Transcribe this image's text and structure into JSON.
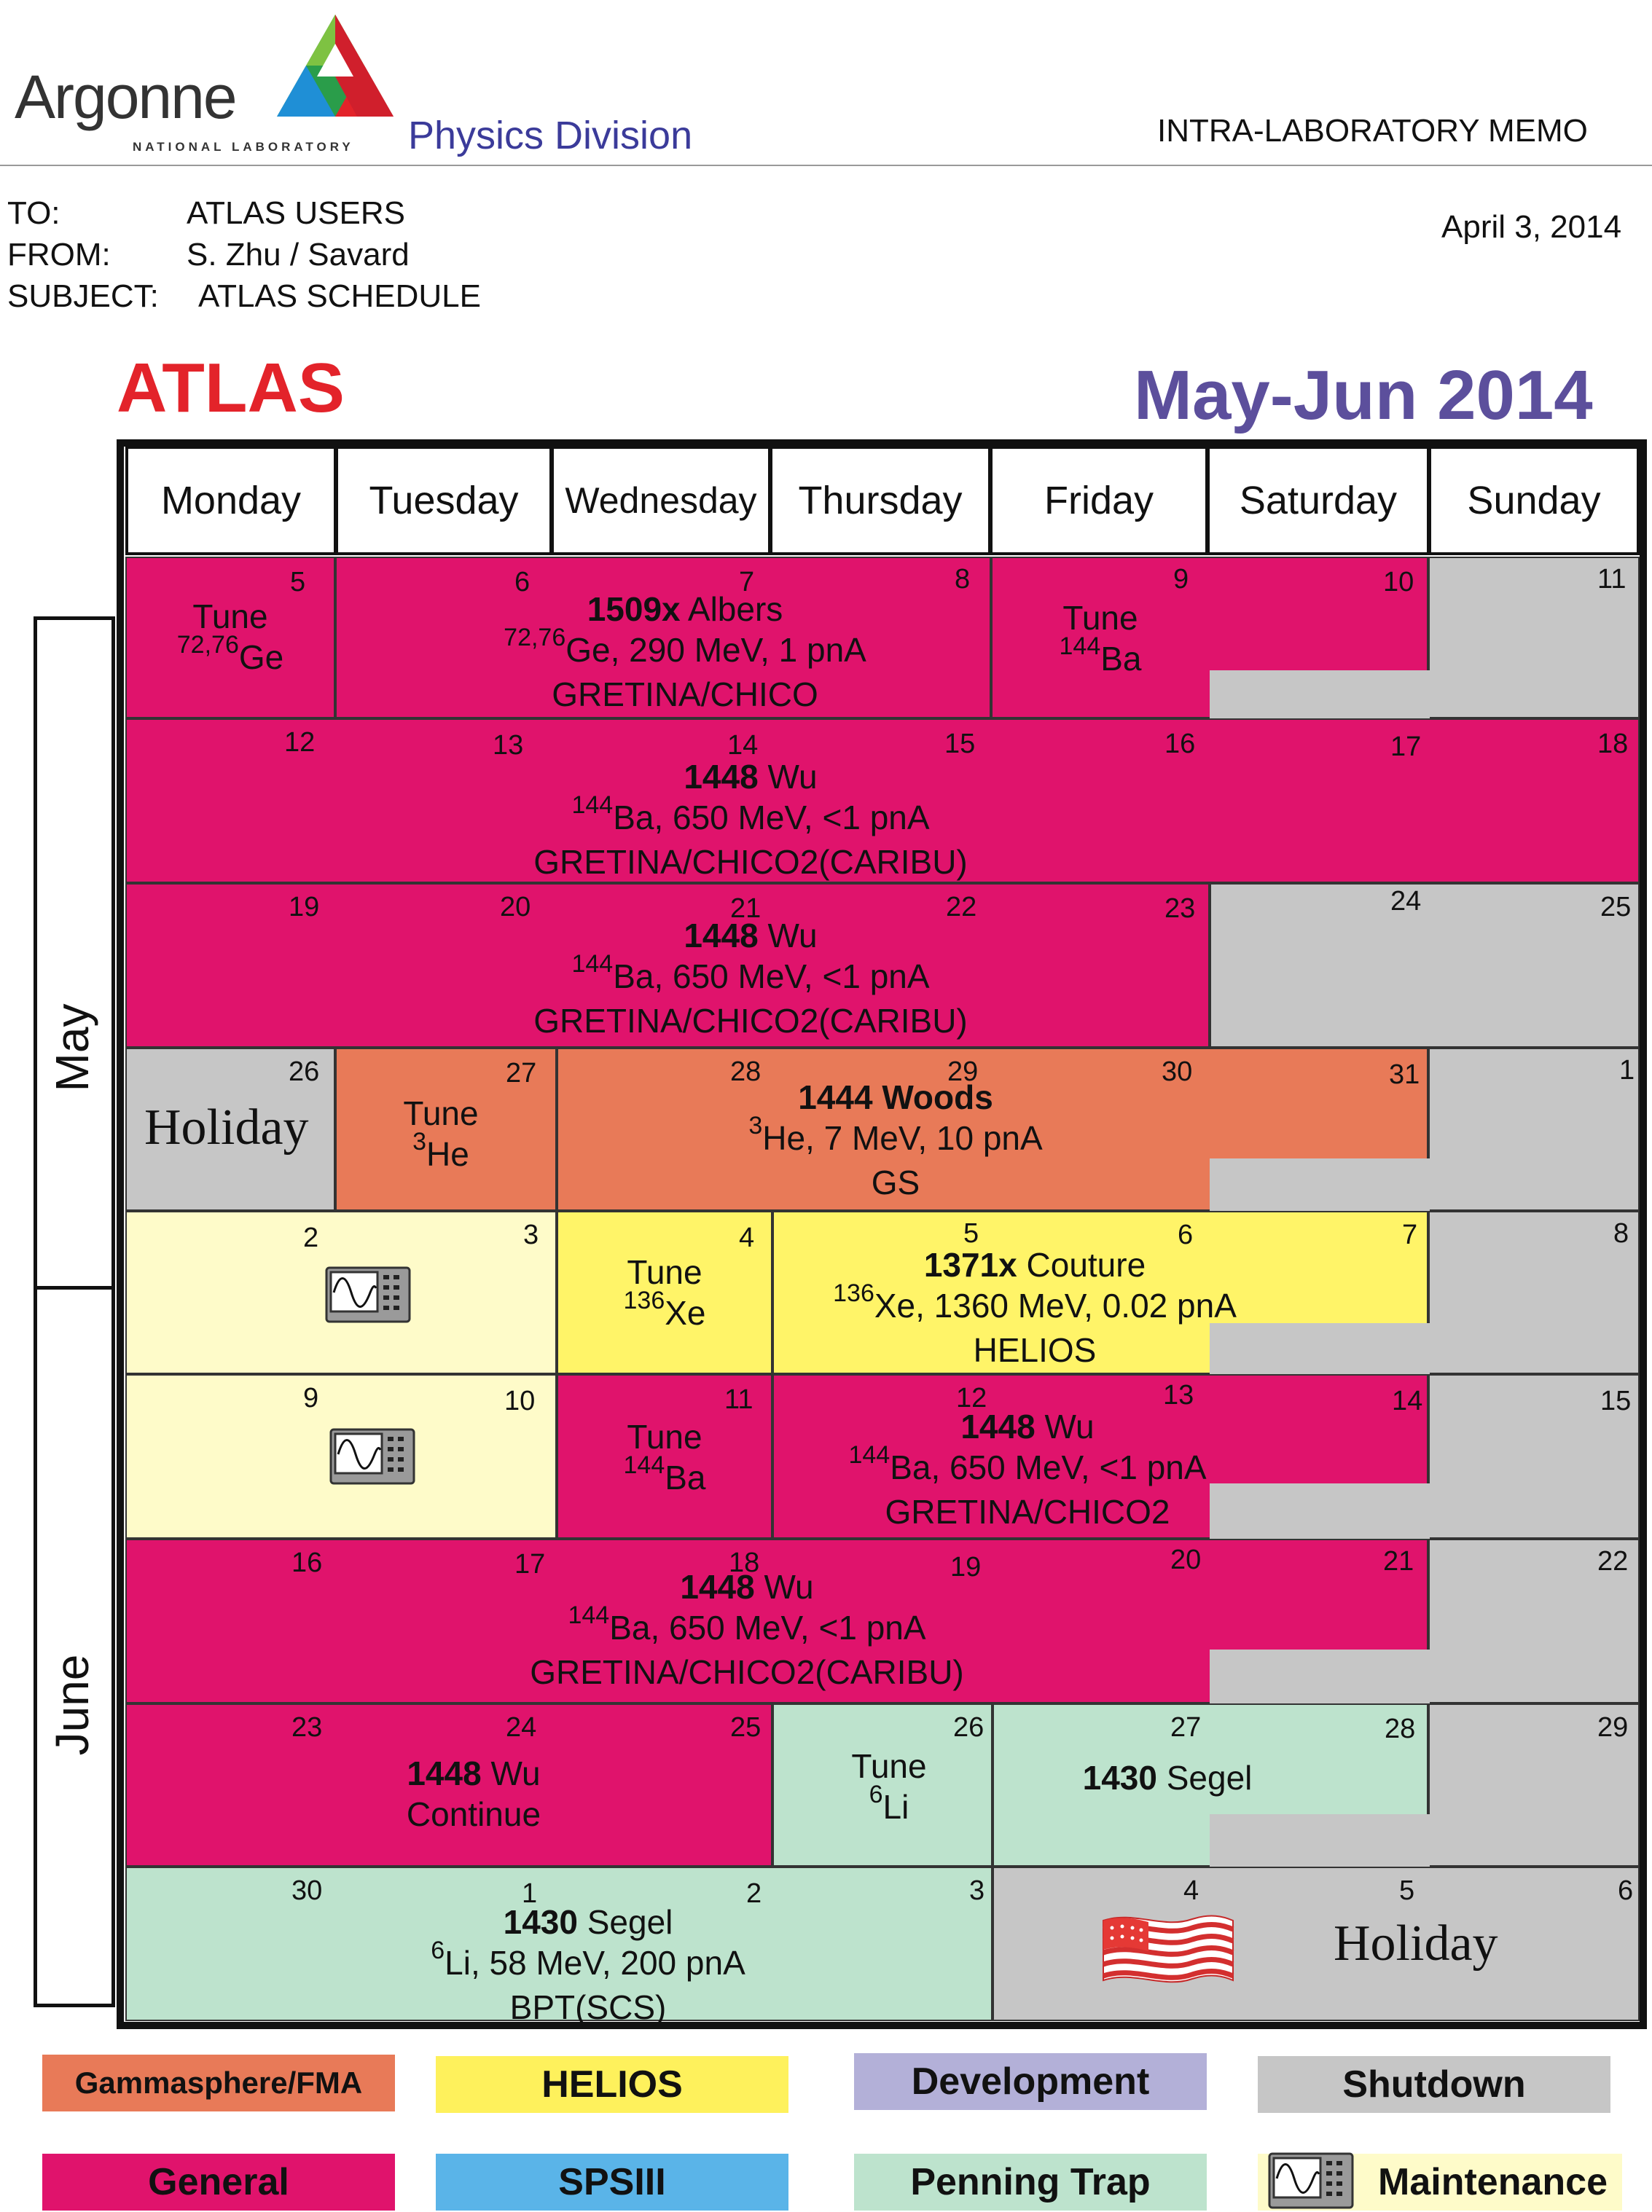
{
  "header": {
    "org": "Argonne",
    "org_sub": "NATIONAL LABORATORY",
    "division": "Physics Division",
    "memo_type": "INTRA-LABORATORY MEMO",
    "to_label": "TO:",
    "to_value": "ATLAS USERS",
    "from_label": "FROM:",
    "from_value": "S. Zhu / Savard",
    "subject_label": "SUBJECT:",
    "subject_value": "ATLAS SCHEDULE",
    "date": "April 3, 2014"
  },
  "titles": {
    "left": "ATLAS",
    "right": "May-Jun 2014"
  },
  "weekdays": [
    "Monday",
    "Tuesday",
    "Wednesday",
    "Thursday",
    "Friday",
    "Saturday",
    "Sunday"
  ],
  "months": {
    "may": "May",
    "june": "June"
  },
  "day_numbers": [
    [
      "5",
      "6",
      "7",
      "8",
      "9",
      "10",
      "11"
    ],
    [
      "12",
      "13",
      "14",
      "15",
      "16",
      "17",
      "18"
    ],
    [
      "19",
      "20",
      "21",
      "22",
      "23",
      "24",
      "25"
    ],
    [
      "26",
      "27",
      "28",
      "29",
      "30",
      "31",
      "1"
    ],
    [
      "2",
      "3",
      "4",
      "5",
      "6",
      "7",
      "8"
    ],
    [
      "9",
      "10",
      "11",
      "12",
      "13",
      "14",
      "15"
    ],
    [
      "16",
      "17",
      "18",
      "19",
      "20",
      "21",
      "22"
    ],
    [
      "23",
      "24",
      "25",
      "26",
      "27",
      "28",
      "29"
    ],
    [
      "30",
      "1",
      "2",
      "3",
      "4",
      "5",
      "6"
    ]
  ],
  "events": {
    "w1_tune_a": {
      "label": "Tune",
      "iso": "72,76",
      "el": "Ge"
    },
    "w1_main": {
      "id": "1509x",
      "pi": "Albers",
      "iso": "72,76",
      "beam": "Ge, 290 MeV, 1 pnA",
      "setup": "GRETINA/CHICO"
    },
    "w1_tune_b": {
      "label": "Tune",
      "iso": "144",
      "el": "Ba"
    },
    "w2_main": {
      "id": "1448",
      "pi": "Wu",
      "iso": "144",
      "beam": "Ba, 650 MeV, <1 pnA",
      "setup": "GRETINA/CHICO2(CARIBU)"
    },
    "w3_main": {
      "id": "1448",
      "pi": "Wu",
      "iso": "144",
      "beam": "Ba, 650 MeV, <1 pnA",
      "setup": "GRETINA/CHICO2(CARIBU)"
    },
    "w4_holiday": "Holiday",
    "w4_tune": {
      "label": "Tune",
      "iso": "3",
      "el": "He"
    },
    "w4_main": {
      "id": "1444",
      "pi": "Woods",
      "iso": "3",
      "beam": "He, 7 MeV, 10 pnA",
      "setup": "GS"
    },
    "w5_tune": {
      "label": "Tune",
      "iso": "136",
      "el": "Xe"
    },
    "w5_main": {
      "id": "1371x",
      "pi": "Couture",
      "iso": "136",
      "beam": "Xe, 1360 MeV, 0.02 pnA",
      "setup": "HELIOS"
    },
    "w6_tune": {
      "label": "Tune",
      "iso": "144",
      "el": "Ba"
    },
    "w6_main": {
      "id": "1448",
      "pi": "Wu",
      "iso": "144",
      "beam": "Ba, 650 MeV, <1 pnA",
      "setup": "GRETINA/CHICO2"
    },
    "w7_main": {
      "id": "1448",
      "pi": "Wu",
      "iso": "144",
      "beam": "Ba, 650 MeV, <1 pnA",
      "setup": "GRETINA/CHICO2(CARIBU)"
    },
    "w8_main": {
      "id": "1448",
      "pi": "Wu",
      "note": "Continue"
    },
    "w8_tune": {
      "label": "Tune",
      "iso": "6",
      "el": "Li"
    },
    "w8_segel": {
      "id": "1430",
      "pi": "Segel"
    },
    "w9_main": {
      "id": "1430",
      "pi": "Segel",
      "iso": "6",
      "beam": "Li, 58 MeV, 200 pnA",
      "setup": "BPT(SCS)"
    },
    "w9_holiday": "Holiday"
  },
  "legend": [
    {
      "label": "Gammasphere/FMA",
      "color": "#e87a58"
    },
    {
      "label": "HELIOS",
      "color": "#fef15c"
    },
    {
      "label": "Development",
      "color": "#b3b0d8"
    },
    {
      "label": "Shutdown",
      "color": "#c6c6c6"
    },
    {
      "label": "General",
      "color": "#e0136c"
    },
    {
      "label": "SPSIII",
      "color": "#5ab4e8"
    },
    {
      "label": "Penning Trap",
      "color": "#bde3cd"
    },
    {
      "label": "Maintenance",
      "color": "#fefbc9"
    }
  ],
  "icons": {
    "logo": "argonne-triangle-logo",
    "maintenance": "oscilloscope-icon",
    "holiday": "us-flag-icon"
  }
}
